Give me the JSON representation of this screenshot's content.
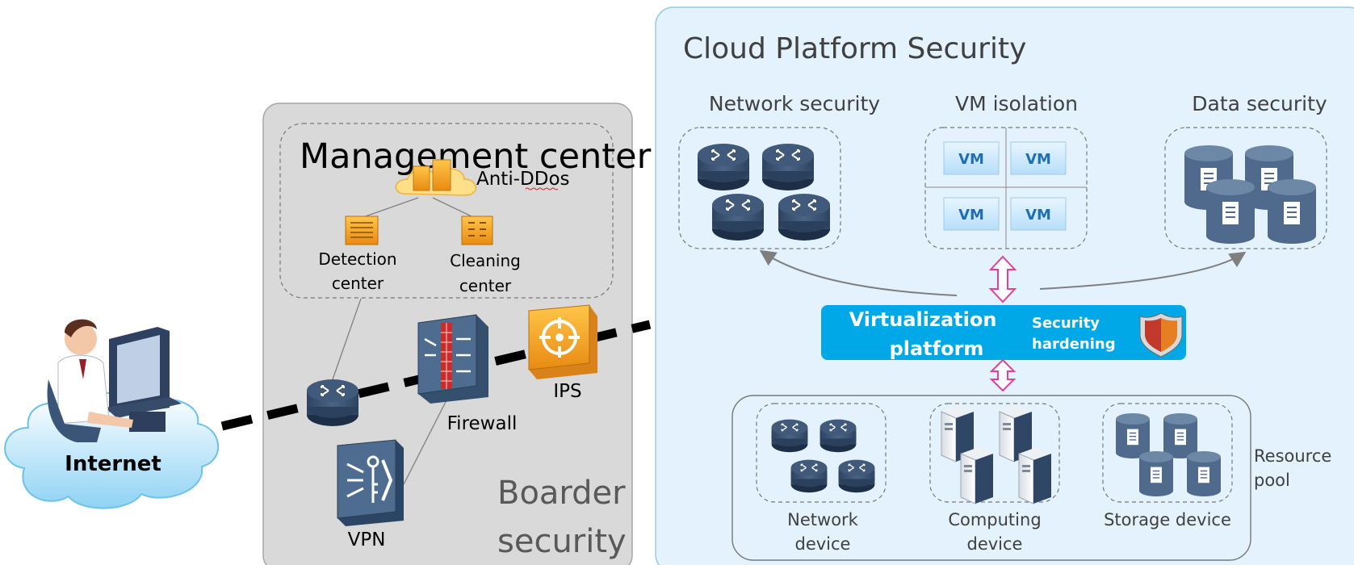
{
  "internet": {
    "label": "Internet"
  },
  "border": {
    "title": "Boarder",
    "title2": "security",
    "management": {
      "title": "Management center",
      "anti_ddos": "Anti-DDos",
      "detection": [
        "Detection",
        "center"
      ],
      "cleaning": [
        "Cleaning",
        "center"
      ]
    },
    "firewall": "Firewall",
    "ips": "IPS",
    "vpn": "VPN"
  },
  "cloud": {
    "title": "Cloud Platform Security",
    "network_security": "Network security",
    "vm_isolation": "VM isolation",
    "data_security": "Data security",
    "vm_label": "VM",
    "virtualization": [
      "Virtualization",
      "platform"
    ],
    "hardening": [
      "Security",
      "hardening"
    ],
    "resource_pool": [
      "Resource",
      "pool"
    ],
    "network_device": [
      "Network",
      "device"
    ],
    "computing_device": [
      "Computing",
      "device"
    ],
    "storage_device": "Storage device"
  },
  "colors": {
    "cloud_bg": "#e3f2fd",
    "border_bg": "#d9d9d9",
    "virtualization_bar": "#00a8e8",
    "device_blue": "#3b5270",
    "arrow_pink": "#e0409a"
  }
}
